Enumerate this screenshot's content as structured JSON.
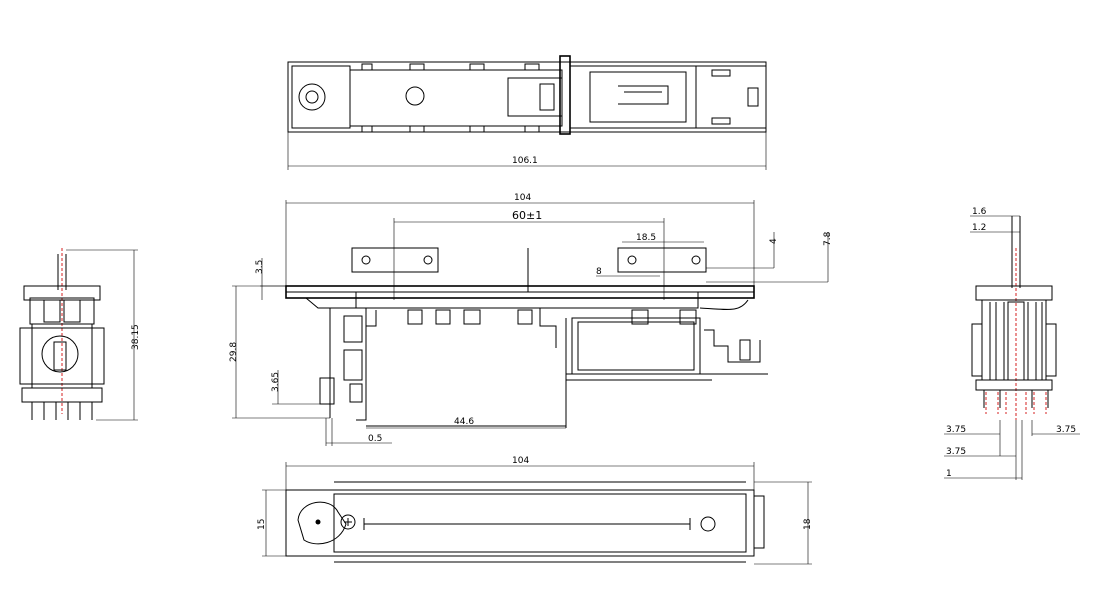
{
  "dimensions": {
    "top_length": "106.1",
    "front_width": "104",
    "travel": "60±1",
    "bracket_span": "18.5",
    "tab_offset": "4",
    "tab_height": "7.8",
    "bracket_height": "8",
    "flange_height": "3.5",
    "body_height": "29.8",
    "pin_length": "3.65",
    "pin_width": "0.5",
    "pin_span": "44.6",
    "bottom_width": "104",
    "bottom_left_height": "15",
    "bottom_right_height": "18",
    "left_height": "38.15",
    "right_top_1": "1.6",
    "right_top_2": "1.2",
    "right_pitch_left": "3.75",
    "right_pitch_right": "3.75",
    "right_pitch_mid": "3.75",
    "right_bottom": "1"
  }
}
